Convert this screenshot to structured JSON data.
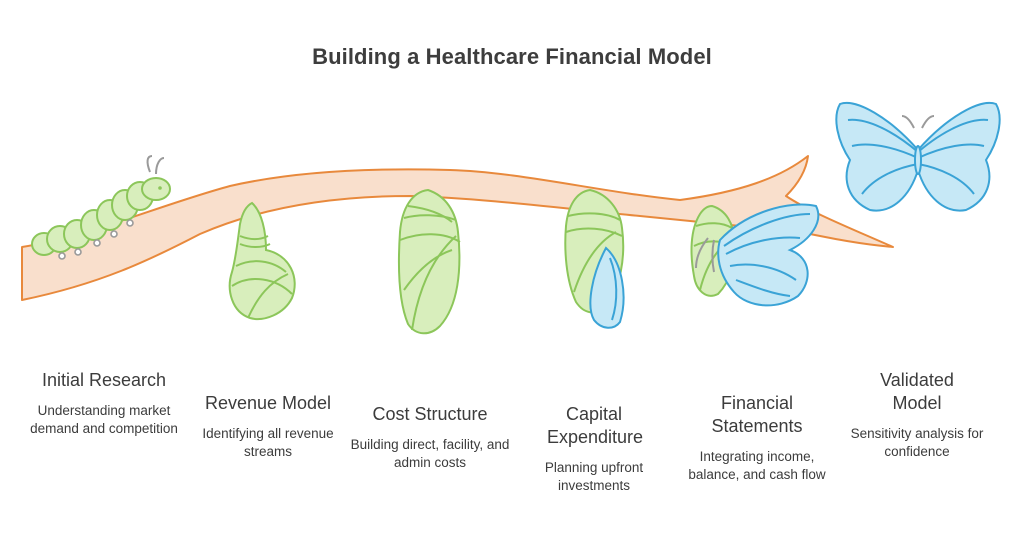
{
  "title": "Building a Healthcare Financial Model",
  "colors": {
    "branch_fill": "#f9dfcc",
    "branch_stroke": "#e8893c",
    "green_fill": "#d8eebc",
    "green_stroke": "#8cc65a",
    "blue_fill": "#c6e8f6",
    "blue_stroke": "#3aa3d6",
    "antenna": "#9a9a9a"
  },
  "stages": [
    {
      "title": "Initial Research",
      "description": "Understanding market demand and competition",
      "icon": "caterpillar-icon"
    },
    {
      "title": "Revenue Model",
      "description": "Identifying all revenue streams",
      "icon": "early-chrysalis-icon"
    },
    {
      "title": "Cost Structure",
      "description": "Building direct, facility, and admin costs",
      "icon": "chrysalis-icon"
    },
    {
      "title": "Capital Expenditure",
      "description": "Planning upfront investments",
      "icon": "chrysalis-with-wing-icon"
    },
    {
      "title": "Financial Statements",
      "description": "Integrating income, balance, and cash flow",
      "icon": "emerging-butterfly-icon"
    },
    {
      "title": "Validated Model",
      "description": "Sensitivity analysis for confidence",
      "icon": "butterfly-icon"
    }
  ]
}
